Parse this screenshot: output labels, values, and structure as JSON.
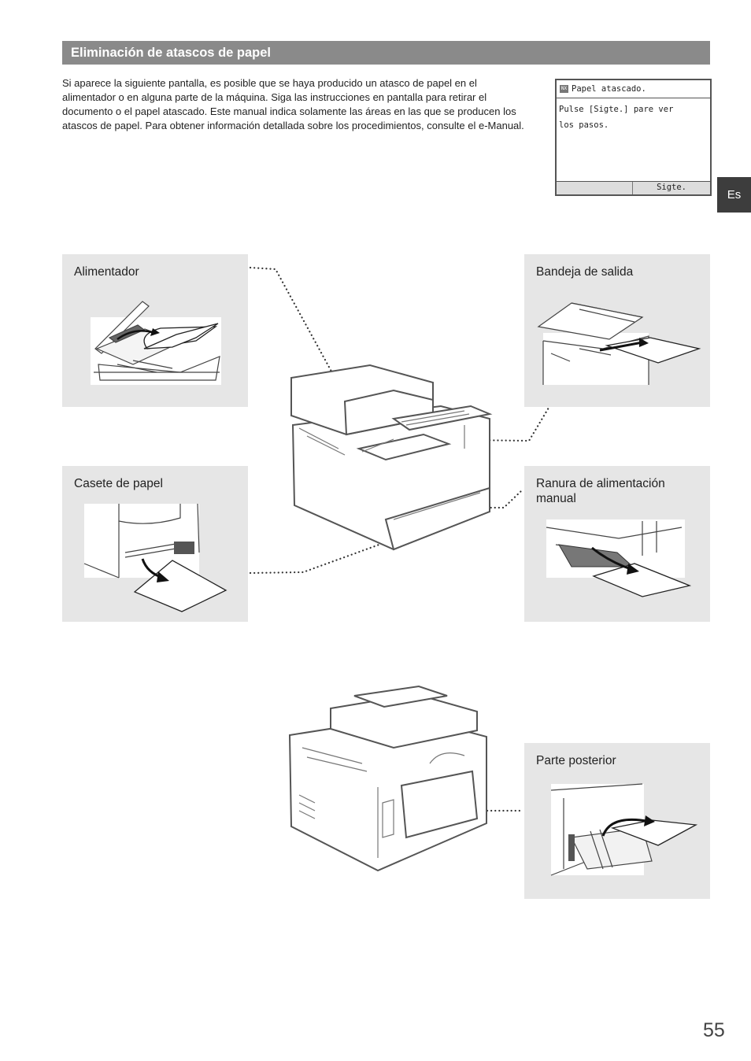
{
  "section": {
    "title": "Eliminación de atascos de papel",
    "intro": "Si aparece la siguiente pantalla, es posible que se haya producido un atasco de papel en el alimentador o en alguna parte de la máquina. Siga las instrucciones en pantalla para retirar el documento o el papel atascado. Este manual indica solamente las áreas en las que se producen los atascos de papel. Para obtener información detallada sobre los procedimientos, consulte el e-Manual."
  },
  "lcd": {
    "icon_text": "NX",
    "title": "Papel atascado.",
    "message": "Pulse [Sigte.] pare ver los pasos.",
    "softkey": "Sigte."
  },
  "language_tab": "Es",
  "panels": {
    "feeder": "Alimentador",
    "output_tray": "Bandeja de salida",
    "cassette": "Casete de papel",
    "manual_slot": "Ranura de alimentación manual",
    "rear": "Parte posterior"
  },
  "page_number": "55"
}
